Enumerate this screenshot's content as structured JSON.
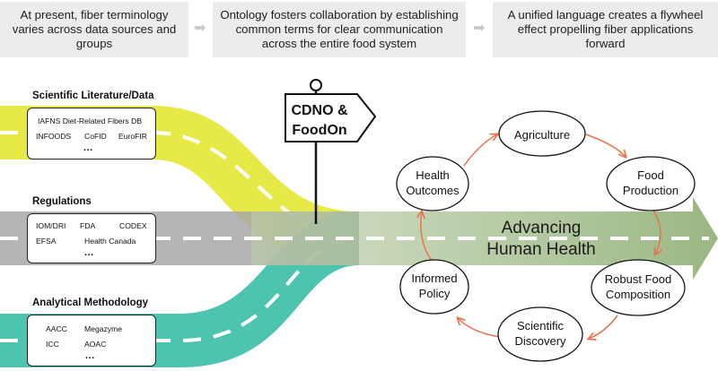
{
  "header": {
    "steps": [
      {
        "text": "At present, fiber terminology varies across data sources and groups"
      },
      {
        "text": "Ontology fosters collaboration by establishing common terms for clear communication across the entire food system"
      },
      {
        "text": "A unified language creates a flywheel effect propelling fiber applications forward"
      }
    ]
  },
  "lanes": {
    "scientific": {
      "title": "Scientific Literature/Data",
      "items": [
        "IAFNS Diet-Related Fibers DB",
        "INFOODS",
        "CoFID",
        "EuroFIR",
        "..."
      ],
      "color": "#e4e736"
    },
    "regulations": {
      "title": "Regulations",
      "items": [
        "IOM/DRI",
        "FDA",
        "CODEX",
        "EFSA",
        "Health Canada",
        "..."
      ],
      "color": "#a8a8a8"
    },
    "analytical": {
      "title": "Analytical Methodology",
      "items": [
        "AACC",
        "Megazyme",
        "ICC",
        "AOAC",
        "..."
      ],
      "color": "#3dbfa9"
    }
  },
  "signpost": {
    "line1": "CDNO &",
    "line2": "FoodOn"
  },
  "goal": {
    "line1": "Advancing",
    "line2": "Human Health",
    "color": "#9fb886"
  },
  "cycle": {
    "nodes": [
      {
        "line1": "Agriculture",
        "line2": ""
      },
      {
        "line1": "Food",
        "line2": "Production"
      },
      {
        "line1": "Robust Food",
        "line2": "Composition"
      },
      {
        "line1": "Scientific",
        "line2": "Discovery"
      },
      {
        "line1": "Informed",
        "line2": "Policy"
      },
      {
        "line1": "Health",
        "line2": "Outcomes"
      }
    ],
    "arrow_color": "#e8744a"
  }
}
